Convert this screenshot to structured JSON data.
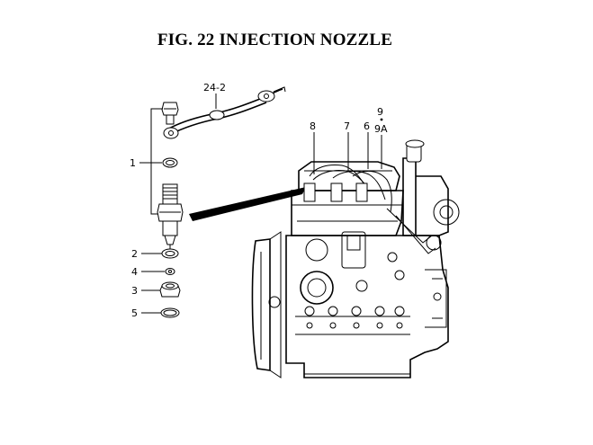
{
  "title": "FIG. 22  INJECTION NOZZLE",
  "callouts": {
    "c24_2": "24-2",
    "c1": "1",
    "c2": "2",
    "c3": "3",
    "c4": "4",
    "c5": "5",
    "c6": "6",
    "c7": "7",
    "c8": "8",
    "c9": "9",
    "c9A": "9A"
  }
}
